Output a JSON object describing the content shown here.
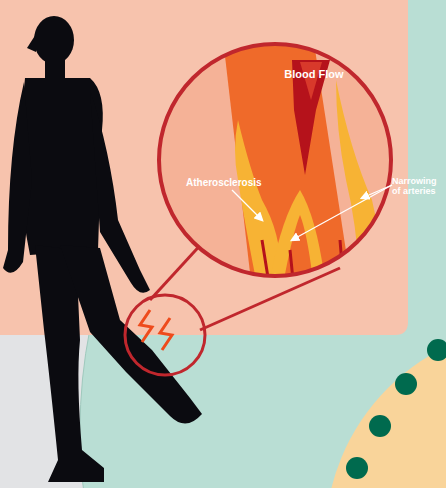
{
  "diagram": {
    "labels": [
      "Blood Flow",
      "Atherosclerosis",
      "Narrowing of arteries"
    ]
  }
}
